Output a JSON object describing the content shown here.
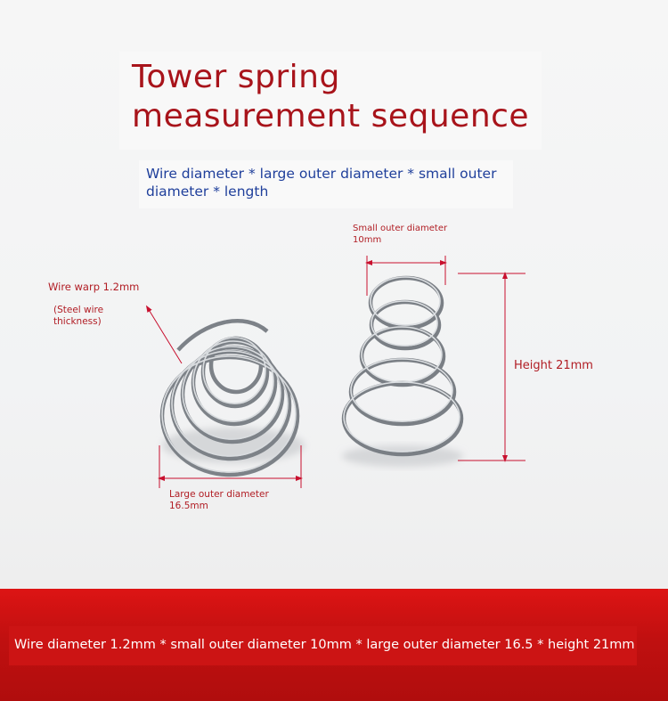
{
  "title": {
    "line1": "Tower spring",
    "line2": "measurement sequence"
  },
  "subtitle": "Wire diameter * large outer diameter * small outer diameter * length",
  "annotations": {
    "wire_warp": "Wire warp 1.2mm",
    "steel_wire_line1": "(Steel wire",
    "steel_wire_line2": "thickness)",
    "small_od_line1": "Small outer diameter",
    "small_od_line2": "10mm",
    "height": "Height 21mm",
    "large_od_line1": "Large outer diameter",
    "large_od_line2": "16.5mm"
  },
  "footer": {
    "text": "Wire diameter 1.2mm * small outer diameter 10mm * large outer diameter 16.5 * height 21mm"
  },
  "colors": {
    "title_red": "#a8141b",
    "subtitle_blue": "#1f3f9b",
    "annotation_red": "#b11d24",
    "dimension_line_red": "#c8102e",
    "footer_red": "#cc1414"
  }
}
